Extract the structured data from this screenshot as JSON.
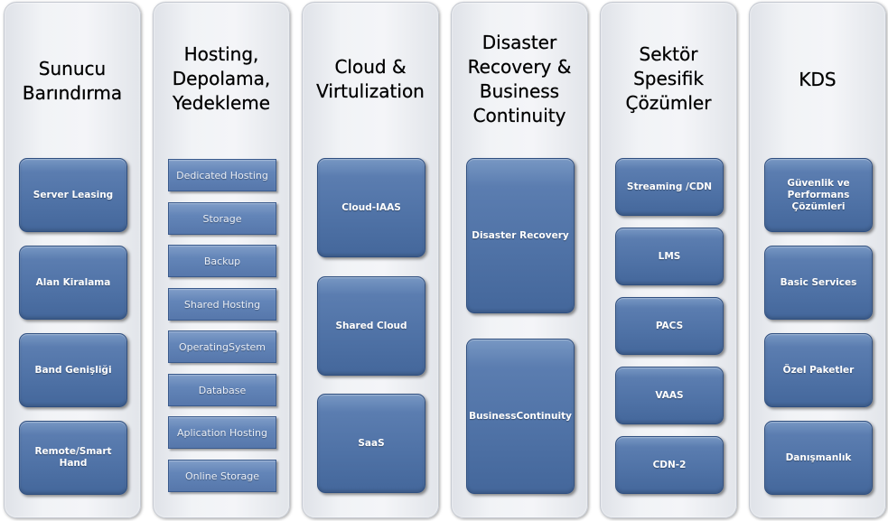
{
  "columns": [
    {
      "title": [
        "Sunucu",
        "Barındırma"
      ],
      "items": [
        "Server Leasing",
        "Alan Kiralama",
        "Band Genişliği",
        "Remote/Smart Hand"
      ]
    },
    {
      "title": [
        "Hosting,",
        "Depolama,",
        "Yedekleme"
      ],
      "items": [
        "Dedicated Hosting",
        "Storage",
        "Backup",
        "Shared Hosting",
        "OperatingSystem",
        "Database",
        "Aplication Hosting",
        "Online Storage"
      ]
    },
    {
      "title": [
        "Cloud &",
        "Virtulization"
      ],
      "items": [
        "Cloud-IAAS",
        "Shared Cloud",
        "SaaS"
      ]
    },
    {
      "title": [
        "Disaster",
        "Recovery &",
        "Business",
        "Continuity"
      ],
      "items": [
        "Disaster Recovery",
        "BusinessContinuity"
      ]
    },
    {
      "title": [
        "Sektör",
        "Spesifik",
        "Çözümler"
      ],
      "items": [
        "Streaming /CDN",
        "LMS",
        "PACS",
        "VAAS",
        "CDN-2"
      ]
    },
    {
      "title": [
        "KDS"
      ],
      "items": [
        "Güvenlik ve Performans Çözümleri",
        "Basic Services",
        "Özel Paketler",
        "Danışmanlık"
      ]
    }
  ],
  "colors": {
    "box_fill": "#5677ab",
    "box_border": "#2f4f80",
    "column_fill": "#f1f3f6"
  }
}
